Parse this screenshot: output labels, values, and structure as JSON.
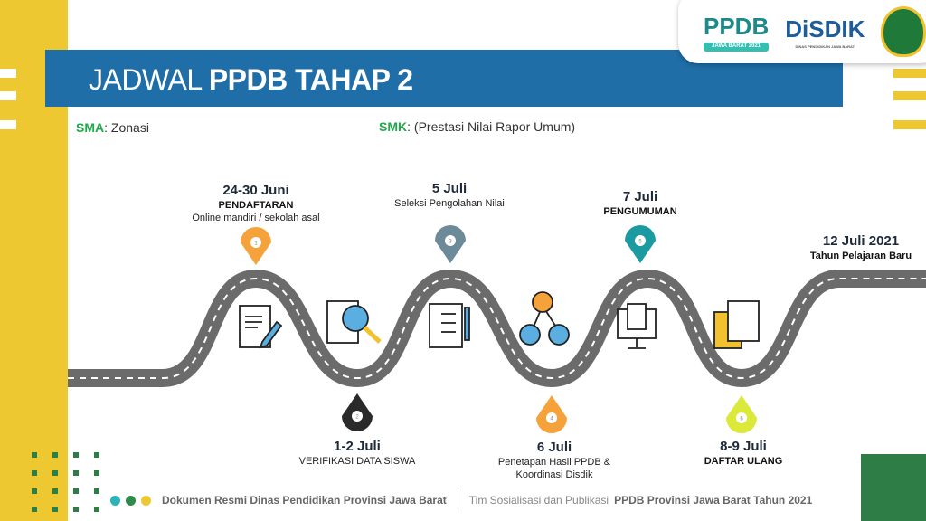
{
  "header": {
    "title_light": "JADWAL",
    "title_bold": "PPDB TAHAP 2"
  },
  "logos": {
    "ppdb": "PPDB",
    "ppdb_sub": "JAWA BARAT 2021",
    "disdik": "DiSDIK",
    "disdik_sub": "DINAS PENDIDIKAN JAWA BARAT"
  },
  "tracks": {
    "sma_label": "SMA",
    "sma_value": ": Zonasi",
    "smk_label": "SMK",
    "smk_value": ": (Prestasi Nilai Rapor Umum)"
  },
  "milestones": [
    {
      "num": "1",
      "date": "24-30 Juni",
      "title": "PENDAFTARAN",
      "desc": "Online mandiri / sekolah asal",
      "color": "#f6a23a"
    },
    {
      "num": "2",
      "date": "1-2 Juli",
      "desc": "VERIFIKASI DATA SISWA",
      "color": "#2a2a2a"
    },
    {
      "num": "3",
      "date": "5 Juli",
      "desc": "Seleksi Pengolahan Nilai",
      "color": "#6d8a99"
    },
    {
      "num": "4",
      "date": "6 Juli",
      "desc": "Penetapan Hasil PPDB &",
      "desc2": "Koordinasi Disdik",
      "color": "#f6a23a"
    },
    {
      "num": "5",
      "date": "7 Juli",
      "title": "PENGUMUMAN",
      "color": "#1c9aa2"
    },
    {
      "num": "6",
      "date": "8-9 Juli",
      "title": "DAFTAR ULANG",
      "color": "#dbe93a"
    }
  ],
  "final": {
    "date": "12 Juli  2021",
    "title": "Tahun Pelajaran Baru"
  },
  "footer": {
    "left": "Dokumen Resmi Dinas Pendidikan Provinsi Jawa Barat",
    "right_light": "Tim Sosialisasi dan Publikasi",
    "right_bold": "PPDB Provinsi Jawa Barat Tahun 2021"
  }
}
